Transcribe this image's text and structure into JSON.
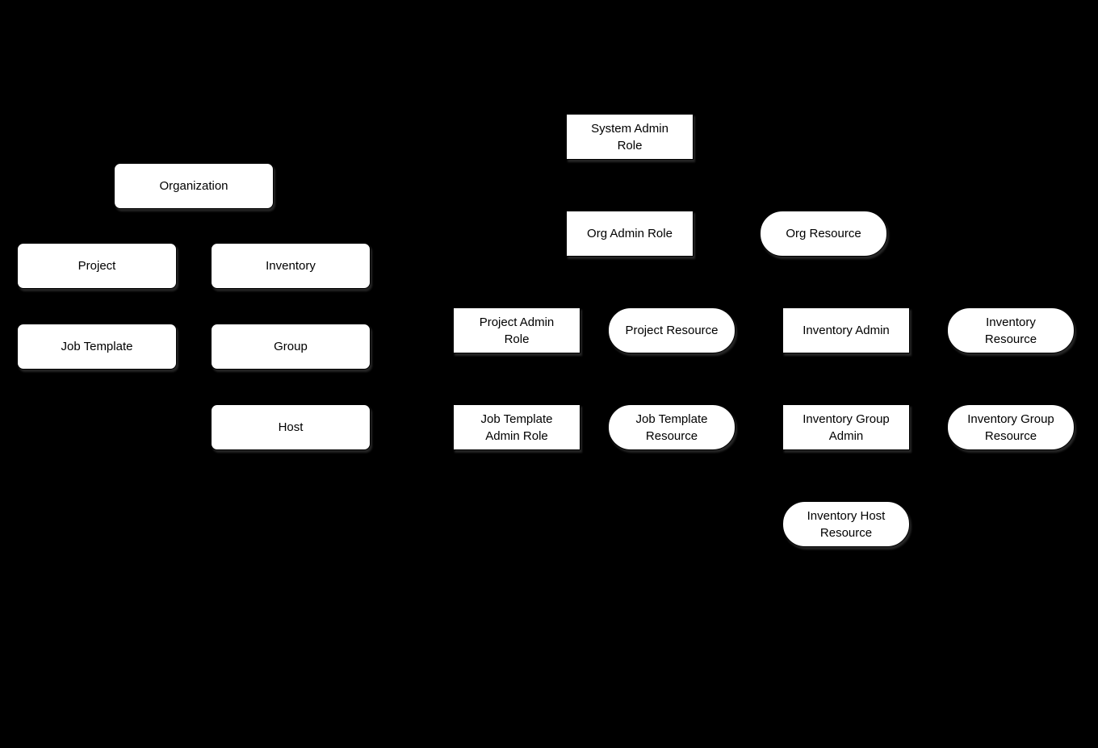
{
  "diagram": {
    "background_color": "#000000",
    "node_fill_color": "#ffffff",
    "node_text_color": "#000000",
    "nodes": {
      "organization": {
        "label": "Organization",
        "shape": "rounded-rect"
      },
      "project": {
        "label": "Project",
        "shape": "rounded-rect"
      },
      "inventory": {
        "label": "Inventory",
        "shape": "rounded-rect"
      },
      "job_template": {
        "label": "Job Template",
        "shape": "rounded-rect"
      },
      "group": {
        "label": "Group",
        "shape": "rounded-rect"
      },
      "host": {
        "label": "Host",
        "shape": "rounded-rect"
      },
      "system_admin_role": {
        "label": "System Admin\nRole",
        "shape": "rect"
      },
      "org_admin_role": {
        "label": "Org Admin Role",
        "shape": "rect"
      },
      "org_resource": {
        "label": "Org Resource",
        "shape": "pill"
      },
      "project_admin_role": {
        "label": "Project Admin\nRole",
        "shape": "rect"
      },
      "project_resource": {
        "label": "Project Resource",
        "shape": "pill"
      },
      "inventory_admin": {
        "label": "Inventory Admin",
        "shape": "rect"
      },
      "inventory_resource": {
        "label": "Inventory\nResource",
        "shape": "pill"
      },
      "job_template_admin_role": {
        "label": "Job Template\nAdmin Role",
        "shape": "rect"
      },
      "job_template_resource": {
        "label": "Job Template\nResource",
        "shape": "pill"
      },
      "inventory_group_admin": {
        "label": "Inventory Group\nAdmin",
        "shape": "rect"
      },
      "inventory_group_resource": {
        "label": "Inventory Group\nResource",
        "shape": "pill"
      },
      "inventory_host_resource": {
        "label": "Inventory Host\nResource",
        "shape": "pill"
      }
    }
  }
}
